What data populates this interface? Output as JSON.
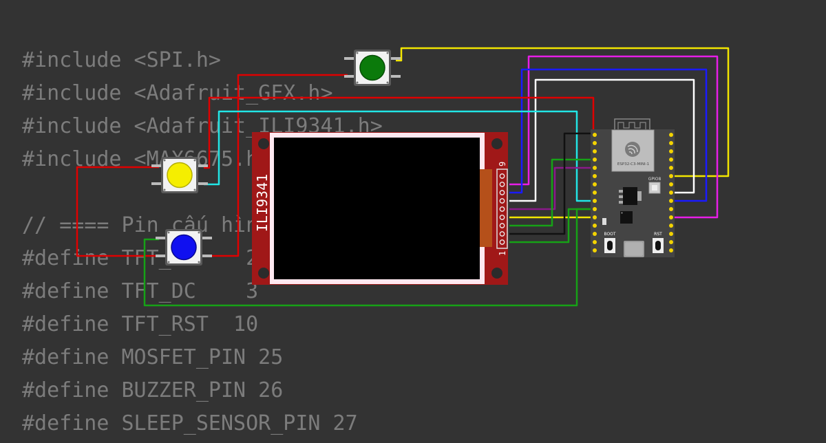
{
  "code": {
    "lines": [
      "#include <SPI.h>",
      "#include <Adafruit_GFX.h>",
      "#include <Adafruit_ILI9341.h>",
      "#include <MAX6675.h>",
      "",
      "// ==== Pin cấu hình",
      "#define TFT_CS    2",
      "#define TFT_DC    3",
      "#define TFT_RST  10",
      "#define MOSFET_PIN 25",
      "#define BUZZER_PIN 26",
      "#define SLEEP_SENSOR_PIN 27"
    ]
  },
  "display": {
    "label": "ILI9341",
    "pin_first": "1",
    "pin_last": "9"
  },
  "esp32": {
    "module_label": "ESP32-C3-MINI-1",
    "gpio_led_label": "GPIO8",
    "boot_label": "BOOT",
    "rst_label": "RST"
  },
  "colors": {
    "background": "#333333",
    "wire_red": "#e00000",
    "wire_cyan": "#22e6e6",
    "wire_yellow": "#f3e600",
    "wire_magenta": "#e81ee8",
    "wire_blue": "#1a1aff",
    "wire_white": "#ffffff",
    "wire_black": "#111111",
    "wire_green": "#16a216",
    "wire_purple": "#8a1a8a",
    "button_green": "#0b7a0b",
    "button_yellow": "#f5ee00",
    "button_blue": "#1010f0"
  }
}
